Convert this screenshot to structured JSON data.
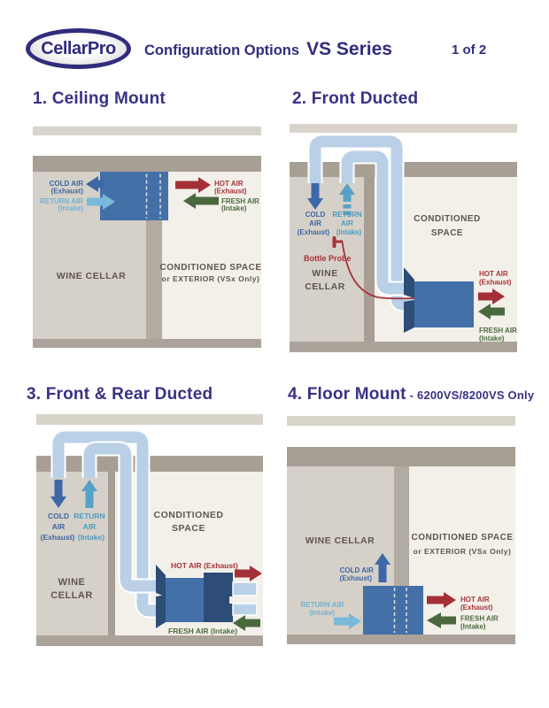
{
  "header": {
    "logo_text": "CellarPro",
    "title_main": "Configuration Options",
    "title_series": "VS Series",
    "page_label": "1 of 2"
  },
  "colors": {
    "brand_navy": "#312c7c",
    "heading_navy": "#393184",
    "unit_blue": "#4470a8",
    "unit_fin_navy": "#2d4d77",
    "duct_blue": "#b9d0e7",
    "cold_arrow_blue": "#3c68a8",
    "return_arrow_light_blue": "#79b9da",
    "return_arrow_teal": "#56a2c6",
    "hot_arrow_red": "#a33038",
    "fresh_arrow_green": "#4a683e",
    "probe_red": "#a8323a",
    "ceiling_wall_tan": "#a89f94",
    "floor_tan": "#aba399",
    "top_bar_gray": "#d8d4ca",
    "wine_cellar_bg": "#d5d0c8",
    "conditioned_bg": "#f2f0e9",
    "room_text": "#5e564d"
  },
  "panels": [
    {
      "title": "1. Ceiling Mount",
      "rooms": {
        "left": [
          "WINE CELLAR"
        ],
        "right": [
          "CONDITIONED SPACE",
          "or EXTERIOR (VSx Only)"
        ]
      },
      "labels": {
        "cold": [
          "COLD AIR",
          "(Exhaust)"
        ],
        "return": [
          "RETURN AIR",
          "(Intake)"
        ],
        "hot": [
          "HOT AIR",
          "(Exhaust)"
        ],
        "fresh": [
          "FRESH AIR",
          "(Intake)"
        ]
      }
    },
    {
      "title": "2. Front Ducted",
      "rooms": {
        "left": [
          "WINE",
          "CELLAR"
        ],
        "right": [
          "CONDITIONED",
          "SPACE"
        ]
      },
      "labels": {
        "cold": [
          "COLD",
          "AIR",
          "(Exhaust)"
        ],
        "return": [
          "RETURN",
          "AIR",
          "(Intake)"
        ],
        "hot": [
          "HOT AIR",
          "(Exhaust)"
        ],
        "fresh": [
          "FRESH AIR",
          "(Intake)"
        ],
        "probe": "Bottle Probe"
      }
    },
    {
      "title": "3. Front & Rear Ducted",
      "rooms": {
        "left": [
          "WINE",
          "CELLAR"
        ],
        "right": [
          "CONDITIONED",
          "SPACE"
        ]
      },
      "labels": {
        "cold": [
          "COLD",
          "AIR",
          "(Exhaust)"
        ],
        "return": [
          "RETURN",
          "AIR",
          "(Intake)"
        ],
        "hot": [
          "HOT AIR (Exhaust)"
        ],
        "fresh": [
          "FRESH AIR (Intake)"
        ]
      }
    },
    {
      "title": "4. Floor Mount",
      "title_suffix": "- 6200VS/8200VS Only",
      "rooms": {
        "left": [
          "WINE CELLAR"
        ],
        "right": [
          "CONDITIONED SPACE",
          "or EXTERIOR (VSx Only)"
        ]
      },
      "labels": {
        "cold": [
          "COLD AIR",
          "(Exhaust)"
        ],
        "return": [
          "RETURN AIR",
          "(Intake)"
        ],
        "hot": [
          "HOT AIR",
          "(Exhaust)"
        ],
        "fresh": [
          "FRESH AIR",
          "(Intake)"
        ]
      }
    }
  ]
}
